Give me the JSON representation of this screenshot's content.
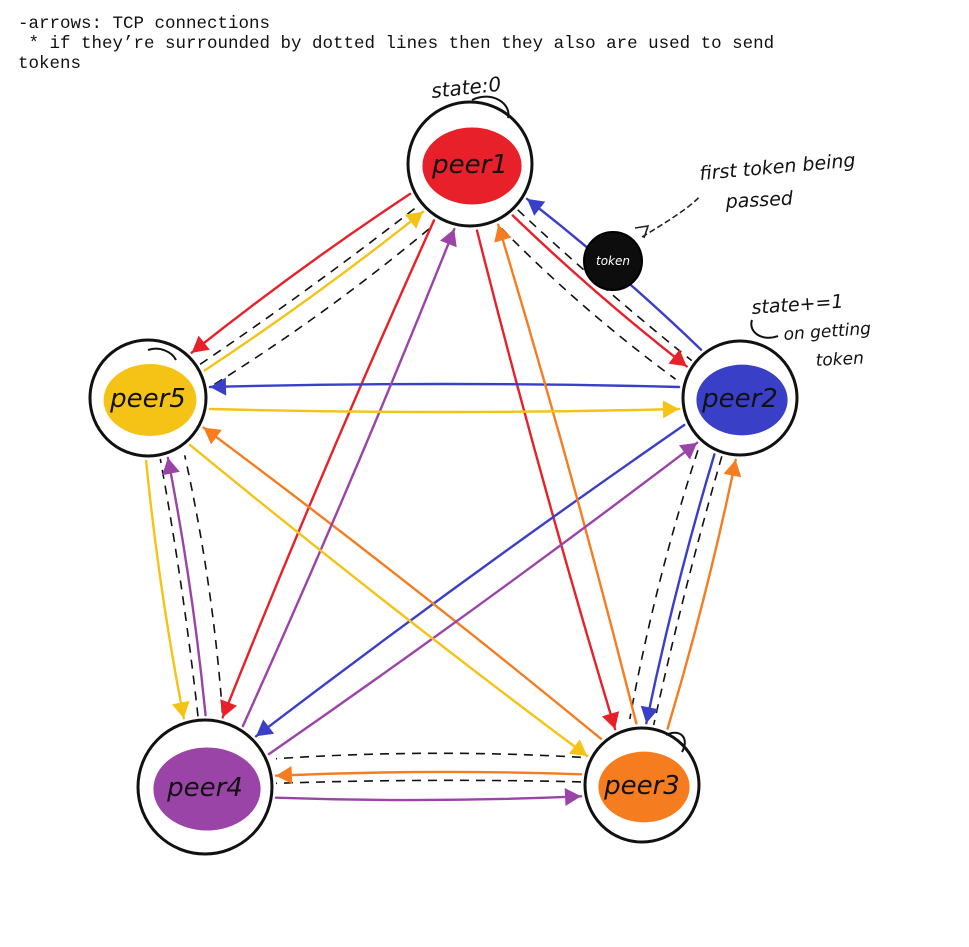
{
  "legend": {
    "line1": "-arrows: TCP connections",
    "line2": " * if they’re surrounded by dotted lines then they also are used to send",
    "line3": "tokens"
  },
  "nodes": [
    {
      "id": "peer1",
      "label": "peer1",
      "color": "#e8202a"
    },
    {
      "id": "peer2",
      "label": "peer2",
      "color": "#3a3fc8"
    },
    {
      "id": "peer3",
      "label": "peer3",
      "color": "#f57d1f"
    },
    {
      "id": "peer4",
      "label": "peer4",
      "color": "#9b44a8"
    },
    {
      "id": "peer5",
      "label": "peer5",
      "color": "#f5c316"
    }
  ],
  "annotations": {
    "state_init": "state:0",
    "state_inc_1": "state+=1",
    "state_inc_2": "on getting",
    "state_inc_3": "token",
    "first_token_1": "first token being",
    "first_token_2": "passed",
    "token_label": "token"
  },
  "edges": [
    {
      "from": "peer1",
      "to": "peer2",
      "color": "#e8202a",
      "token_ring": true
    },
    {
      "from": "peer1",
      "to": "peer3",
      "color": "#e8202a",
      "token_ring": false
    },
    {
      "from": "peer1",
      "to": "peer4",
      "color": "#e8202a",
      "token_ring": false
    },
    {
      "from": "peer1",
      "to": "peer5",
      "color": "#e8202a",
      "token_ring": false
    },
    {
      "from": "peer2",
      "to": "peer1",
      "color": "#3a3fc8",
      "token_ring": false
    },
    {
      "from": "peer2",
      "to": "peer3",
      "color": "#3a3fc8",
      "token_ring": true
    },
    {
      "from": "peer2",
      "to": "peer4",
      "color": "#3a3fc8",
      "token_ring": false
    },
    {
      "from": "peer2",
      "to": "peer5",
      "color": "#3a3fc8",
      "token_ring": false
    },
    {
      "from": "peer3",
      "to": "peer1",
      "color": "#f57d1f",
      "token_ring": false
    },
    {
      "from": "peer3",
      "to": "peer2",
      "color": "#f57d1f",
      "token_ring": false
    },
    {
      "from": "peer3",
      "to": "peer4",
      "color": "#f57d1f",
      "token_ring": true
    },
    {
      "from": "peer3",
      "to": "peer5",
      "color": "#f57d1f",
      "token_ring": false
    },
    {
      "from": "peer4",
      "to": "peer1",
      "color": "#9b44a8",
      "token_ring": false
    },
    {
      "from": "peer4",
      "to": "peer2",
      "color": "#9b44a8",
      "token_ring": false
    },
    {
      "from": "peer4",
      "to": "peer3",
      "color": "#9b44a8",
      "token_ring": false
    },
    {
      "from": "peer4",
      "to": "peer5",
      "color": "#9b44a8",
      "token_ring": true
    },
    {
      "from": "peer5",
      "to": "peer1",
      "color": "#f5c316",
      "token_ring": true
    },
    {
      "from": "peer5",
      "to": "peer2",
      "color": "#f5c316",
      "token_ring": false
    },
    {
      "from": "peer5",
      "to": "peer3",
      "color": "#f5c316",
      "token_ring": false
    },
    {
      "from": "peer5",
      "to": "peer4",
      "color": "#f5c316",
      "token_ring": false
    }
  ]
}
